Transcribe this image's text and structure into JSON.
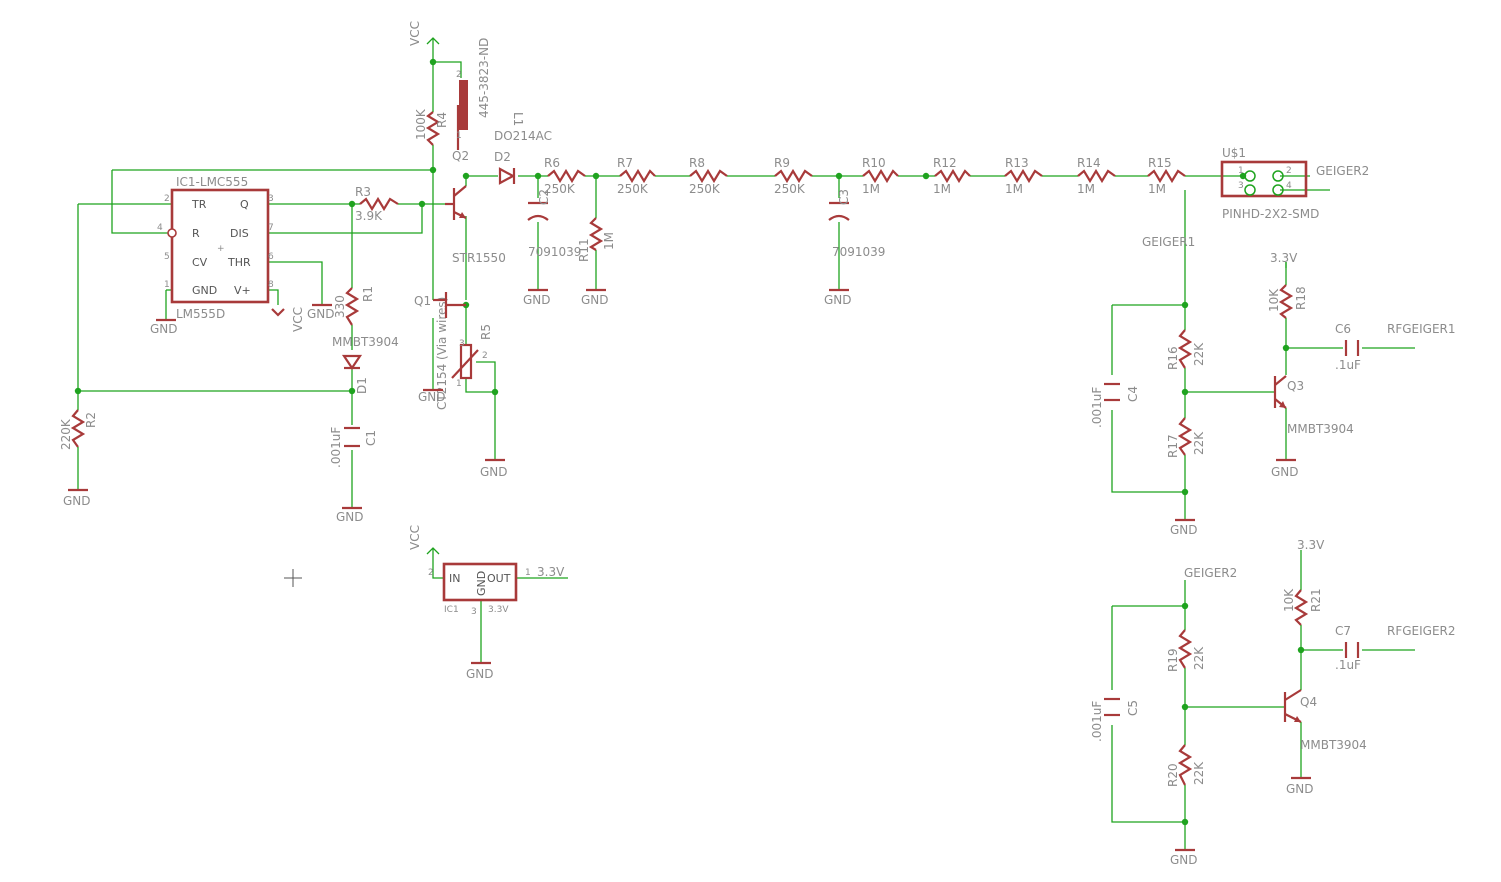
{
  "schematic": {
    "ic1": {
      "name": "IC1-LMC555",
      "value": "LM555D",
      "pins": [
        "TR",
        "Q",
        "R",
        "DIS",
        "CV",
        "THR",
        "GND",
        "V+"
      ],
      "pin_numbers": [
        "2",
        "3",
        "4",
        "7",
        "5",
        "6",
        "1",
        "8"
      ]
    },
    "ic_reg": {
      "name": "IC1",
      "value": "3.3V",
      "pins": [
        "IN",
        "GND",
        "OUT"
      ],
      "pin_numbers": [
        "2",
        "3",
        "1"
      ],
      "out_net": "3.3V"
    },
    "u1": {
      "name": "U$1",
      "value": "PINHD-2X2-SMD",
      "pin_numbers": [
        "1",
        "2",
        "3",
        "4"
      ]
    },
    "supplies": {
      "vcc": "VCC",
      "gnd": "GND",
      "v33": "3.3V"
    },
    "nets": {
      "geiger1": "GEIGER1",
      "geiger2": "GEIGER2",
      "rfgeiger1": "RFGEIGER1",
      "rfgeiger2": "RFGEIGER2"
    },
    "resistors": [
      {
        "name": "R1",
        "value": "330"
      },
      {
        "name": "R2",
        "value": "220K"
      },
      {
        "name": "R3",
        "value": "3.9K"
      },
      {
        "name": "R4",
        "value": "100K"
      },
      {
        "name": "R5",
        "value": "CT2154 (Via wires)"
      },
      {
        "name": "R6",
        "value": "250K"
      },
      {
        "name": "R7",
        "value": "250K"
      },
      {
        "name": "R8",
        "value": "250K"
      },
      {
        "name": "R9",
        "value": "250K"
      },
      {
        "name": "R10",
        "value": "1M"
      },
      {
        "name": "R11",
        "value": "1M"
      },
      {
        "name": "R12",
        "value": "1M"
      },
      {
        "name": "R13",
        "value": "1M"
      },
      {
        "name": "R14",
        "value": "1M"
      },
      {
        "name": "R15",
        "value": "1M"
      },
      {
        "name": "R16",
        "value": "22K"
      },
      {
        "name": "R17",
        "value": "22K"
      },
      {
        "name": "R18",
        "value": "10K"
      },
      {
        "name": "R19",
        "value": "22K"
      },
      {
        "name": "R20",
        "value": "22K"
      },
      {
        "name": "R21",
        "value": "10K"
      }
    ],
    "capacitors": [
      {
        "name": "C1",
        "value": ".001uF"
      },
      {
        "name": "C2",
        "value": "7091039"
      },
      {
        "name": "C3",
        "value": "7091039"
      },
      {
        "name": "C4",
        "value": ".001uF"
      },
      {
        "name": "C5",
        "value": ".001uF"
      },
      {
        "name": "C6",
        "value": ".1uF"
      },
      {
        "name": "C7",
        "value": ".1uF"
      }
    ],
    "semis": [
      {
        "name": "D1",
        "value": "MMBT3904"
      },
      {
        "name": "D2",
        "value": "DO214AC"
      },
      {
        "name": "Q1",
        "value": "STR1550"
      },
      {
        "name": "Q2",
        "value": ""
      },
      {
        "name": "Q3",
        "value": "MMBT3904"
      },
      {
        "name": "Q4",
        "value": "MMBT3904"
      },
      {
        "name": "L1",
        "value": "445-3823-ND"
      }
    ],
    "pins": {
      "p1": "1",
      "p2": "2",
      "p3": "3"
    }
  }
}
